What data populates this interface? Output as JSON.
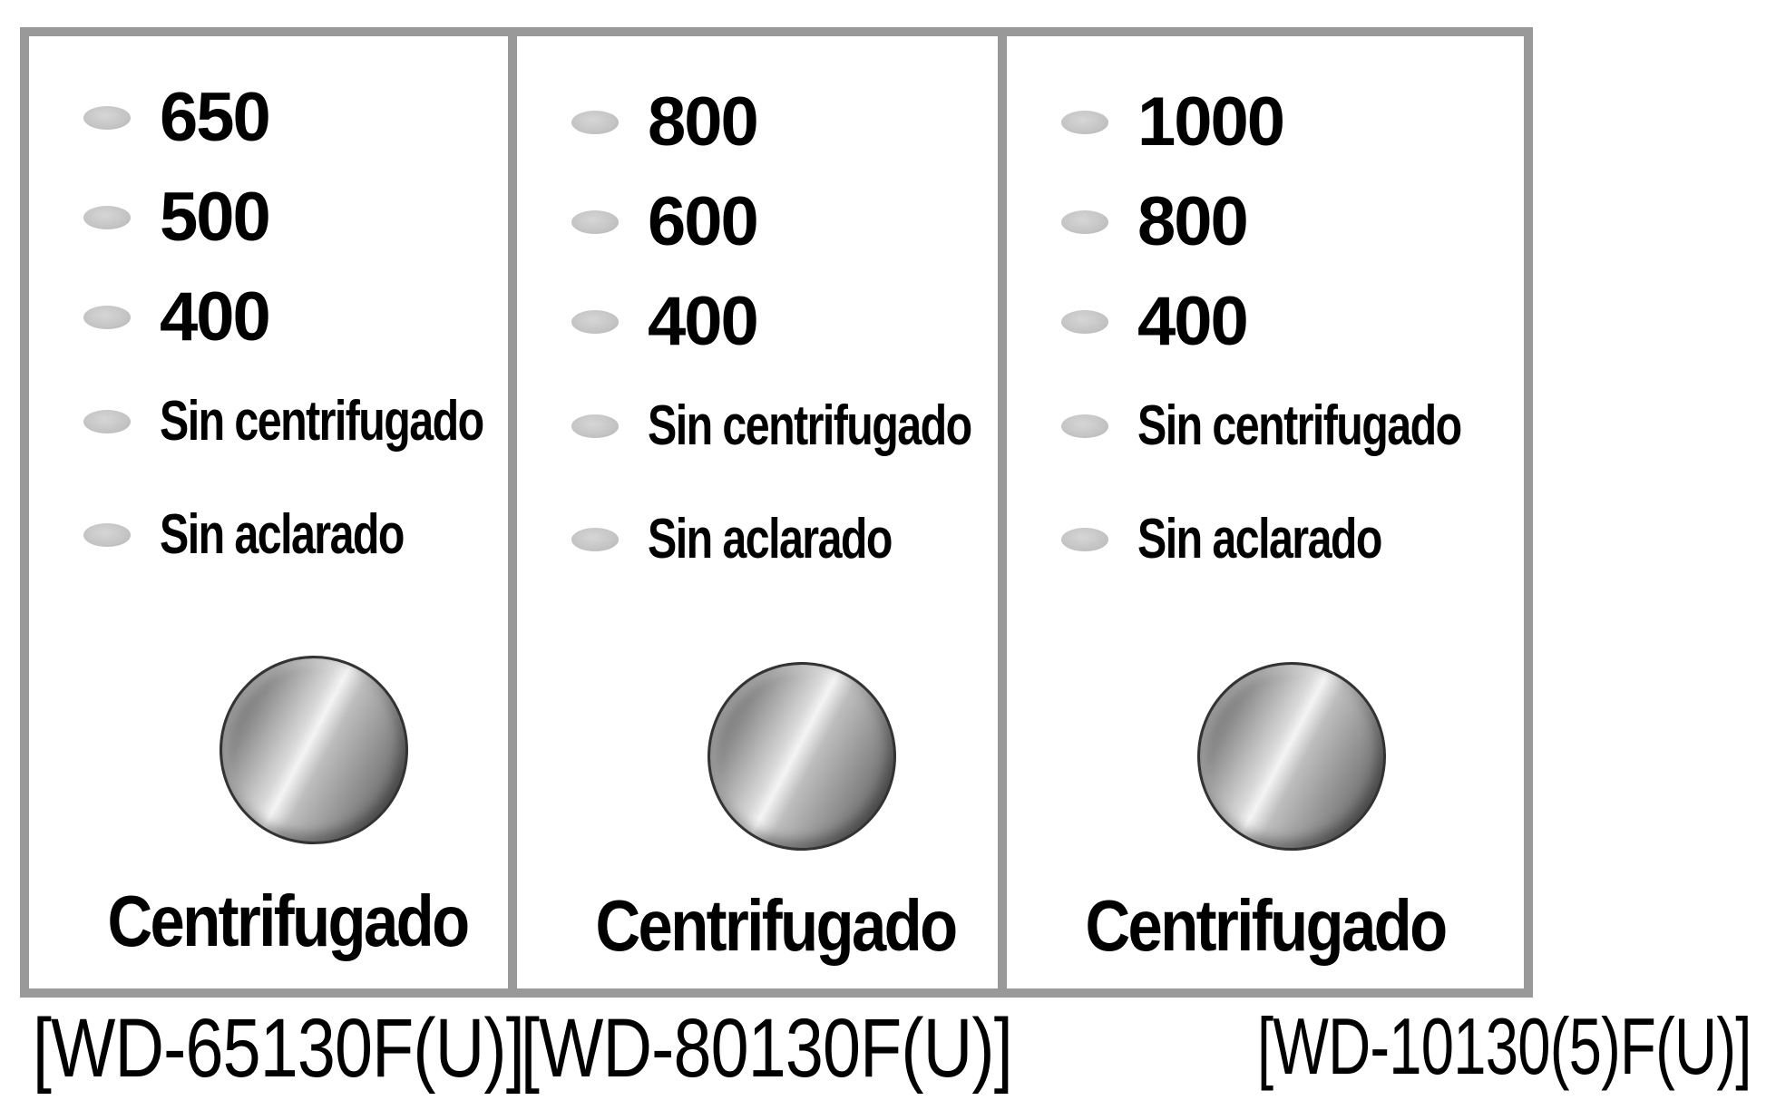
{
  "panels": [
    {
      "options": [
        {
          "label": "650",
          "kind": "number"
        },
        {
          "label": "500",
          "kind": "number"
        },
        {
          "label": "400",
          "kind": "number"
        },
        {
          "label": "Sin centrifugado",
          "kind": "text"
        },
        {
          "label": "Sin aclarado",
          "kind": "text"
        }
      ],
      "knob_label": "Centrifugado",
      "model": "[WD-65130F(U)]"
    },
    {
      "options": [
        {
          "label": "800",
          "kind": "number"
        },
        {
          "label": "600",
          "kind": "number"
        },
        {
          "label": "400",
          "kind": "number"
        },
        {
          "label": "Sin centrifugado",
          "kind": "text"
        },
        {
          "label": "Sin aclarado",
          "kind": "text"
        }
      ],
      "knob_label": "Centrifugado",
      "model": "[WD-80130F(U)]"
    },
    {
      "options": [
        {
          "label": "1000",
          "kind": "number"
        },
        {
          "label": "800",
          "kind": "number"
        },
        {
          "label": "400",
          "kind": "number"
        },
        {
          "label": "Sin centrifugado",
          "kind": "text"
        },
        {
          "label": "Sin aclarado",
          "kind": "text"
        }
      ],
      "knob_label": "Centrifugado",
      "model": "[WD-10130(5)F(U)]"
    }
  ],
  "colors": {
    "panel_border": "#999999",
    "led": "#c4c4c4",
    "text": "#000000",
    "background": "#ffffff"
  },
  "icons": {
    "indicator": "indicator-light-icon",
    "knob": "spin-knob-icon"
  }
}
